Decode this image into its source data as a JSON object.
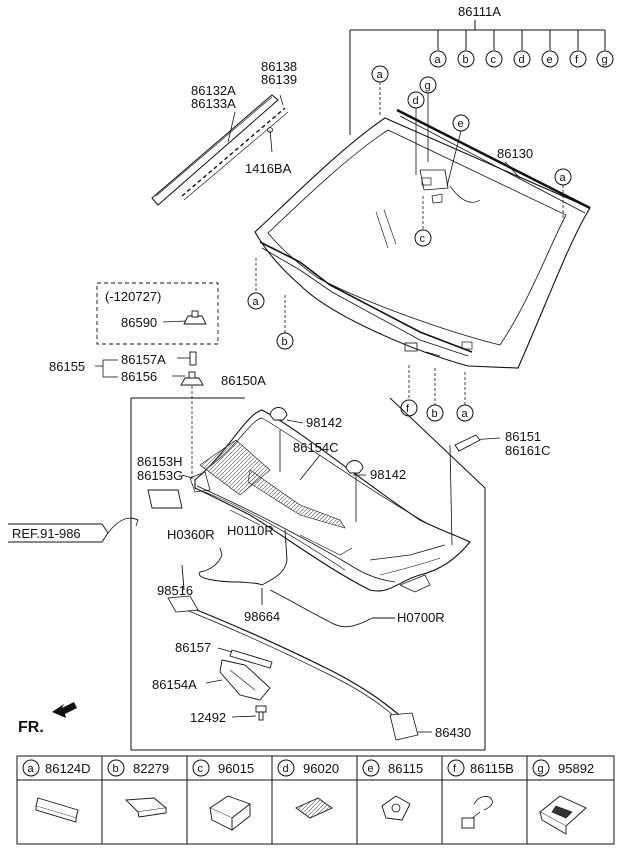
{
  "labels": {
    "p86111A": "86111A",
    "p86132A": "86132A",
    "p86133A": "86133A",
    "p86138": "86138",
    "p86139": "86139",
    "p1416BA": "1416BA",
    "p86130": "86130",
    "variant": "(-120727)",
    "p86590": "86590",
    "p86155": "86155",
    "p86157A": "86157A",
    "p86156": "86156",
    "p86150A": "86150A",
    "p98142a": "98142",
    "p98142b": "98142",
    "p86154C": "86154C",
    "p86151": "86151",
    "p86161C": "86161C",
    "p86153H": "86153H",
    "p86153G": "86153G",
    "ref": "REF.91-986",
    "hH0360R": "H0360R",
    "hH0110R": "H0110R",
    "p98516": "98516",
    "p98664": "98664",
    "hH0700R": "H0700R",
    "p86157": "86157",
    "p86154A": "86154A",
    "p12492": "12492",
    "p86430": "86430",
    "fr": "FR."
  },
  "callouts": {
    "a": "a",
    "b": "b",
    "c": "c",
    "d": "d",
    "e": "e",
    "f": "f",
    "g": "g"
  },
  "legend": [
    {
      "letter": "a",
      "part": "86124D"
    },
    {
      "letter": "b",
      "part": "82279"
    },
    {
      "letter": "c",
      "part": "96015"
    },
    {
      "letter": "d",
      "part": "96020"
    },
    {
      "letter": "e",
      "part": "86115"
    },
    {
      "letter": "f",
      "part": "86115B"
    },
    {
      "letter": "g",
      "part": "95892"
    }
  ]
}
